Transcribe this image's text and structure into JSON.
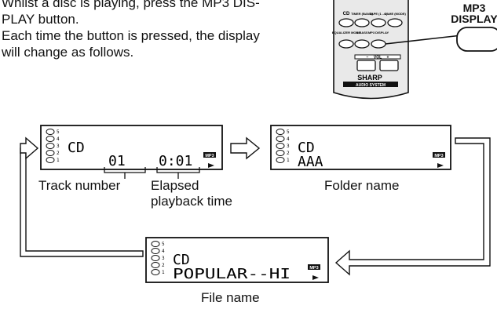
{
  "intro": {
    "line1": "Whilst a disc is playing, press the MP3 DIS-",
    "line2": "PLAY button.",
    "line3": "Each time the button is pressed, the display",
    "line4": "will change as follows."
  },
  "remote": {
    "buttons_row1": [
      "CD",
      "TIMER (BAND)",
      "TAPE (1↔2)",
      "GAME (MODE)"
    ],
    "buttons_row2": [
      "EQUALIZER MODE",
      "X-BASS",
      "MP3 DISPLAY"
    ],
    "vol_label": "VOL",
    "vol_minus": "−",
    "vol_plus": "+",
    "brand": "SHARP",
    "system": "AUDIO SYSTEM"
  },
  "mp3_display_callout": {
    "line1": "MP3",
    "line2": "DISPLAY"
  },
  "lcd_track": {
    "disc_numbers": [
      "5",
      "4",
      "3",
      "2",
      "1"
    ],
    "mode": "CD",
    "track": "01",
    "time": "0:01",
    "mp3_badge": "MP3"
  },
  "lcd_folder": {
    "disc_numbers": [
      "5",
      "4",
      "3",
      "2",
      "1"
    ],
    "mode": "CD",
    "folder": "AAA",
    "mp3_badge": "MP3"
  },
  "lcd_file": {
    "disc_numbers": [
      "5",
      "4",
      "3",
      "2",
      "1"
    ],
    "mode": "CD",
    "file": "POPULAR--HI",
    "mp3_badge": "MP3"
  },
  "labels": {
    "track_number": "Track number",
    "elapsed_line1": "Elapsed",
    "elapsed_line2": "playback time",
    "folder_name": "Folder name",
    "file_name": "File name"
  },
  "colors": {
    "ink": "#111111",
    "lcd_bg": "#ffffff",
    "remote_body": "#e8e8e8"
  }
}
